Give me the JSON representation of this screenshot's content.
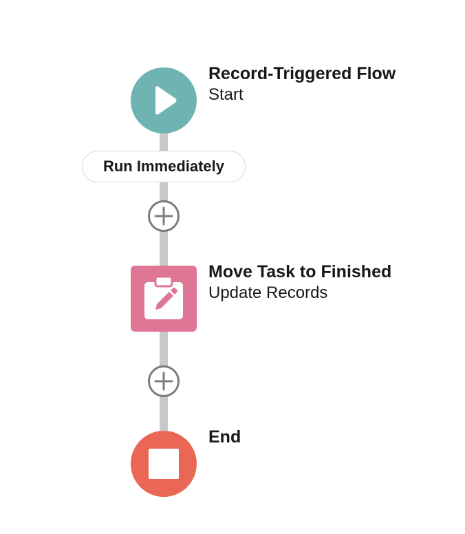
{
  "flow": {
    "start": {
      "title": "Record-Triggered Flow",
      "subtitle": "Start",
      "icon": "play-icon",
      "color": "#6fb4b2"
    },
    "path_label": "Run Immediately",
    "update": {
      "title": "Move Task to Finished",
      "subtitle": "Update Records",
      "icon": "clipboard-edit-icon",
      "color": "#de7695"
    },
    "end": {
      "title": "End",
      "icon": "stop-icon",
      "color": "#ea6655"
    },
    "add_button_icon": "plus-circle-icon",
    "connector_color": "#c9c9c9"
  }
}
